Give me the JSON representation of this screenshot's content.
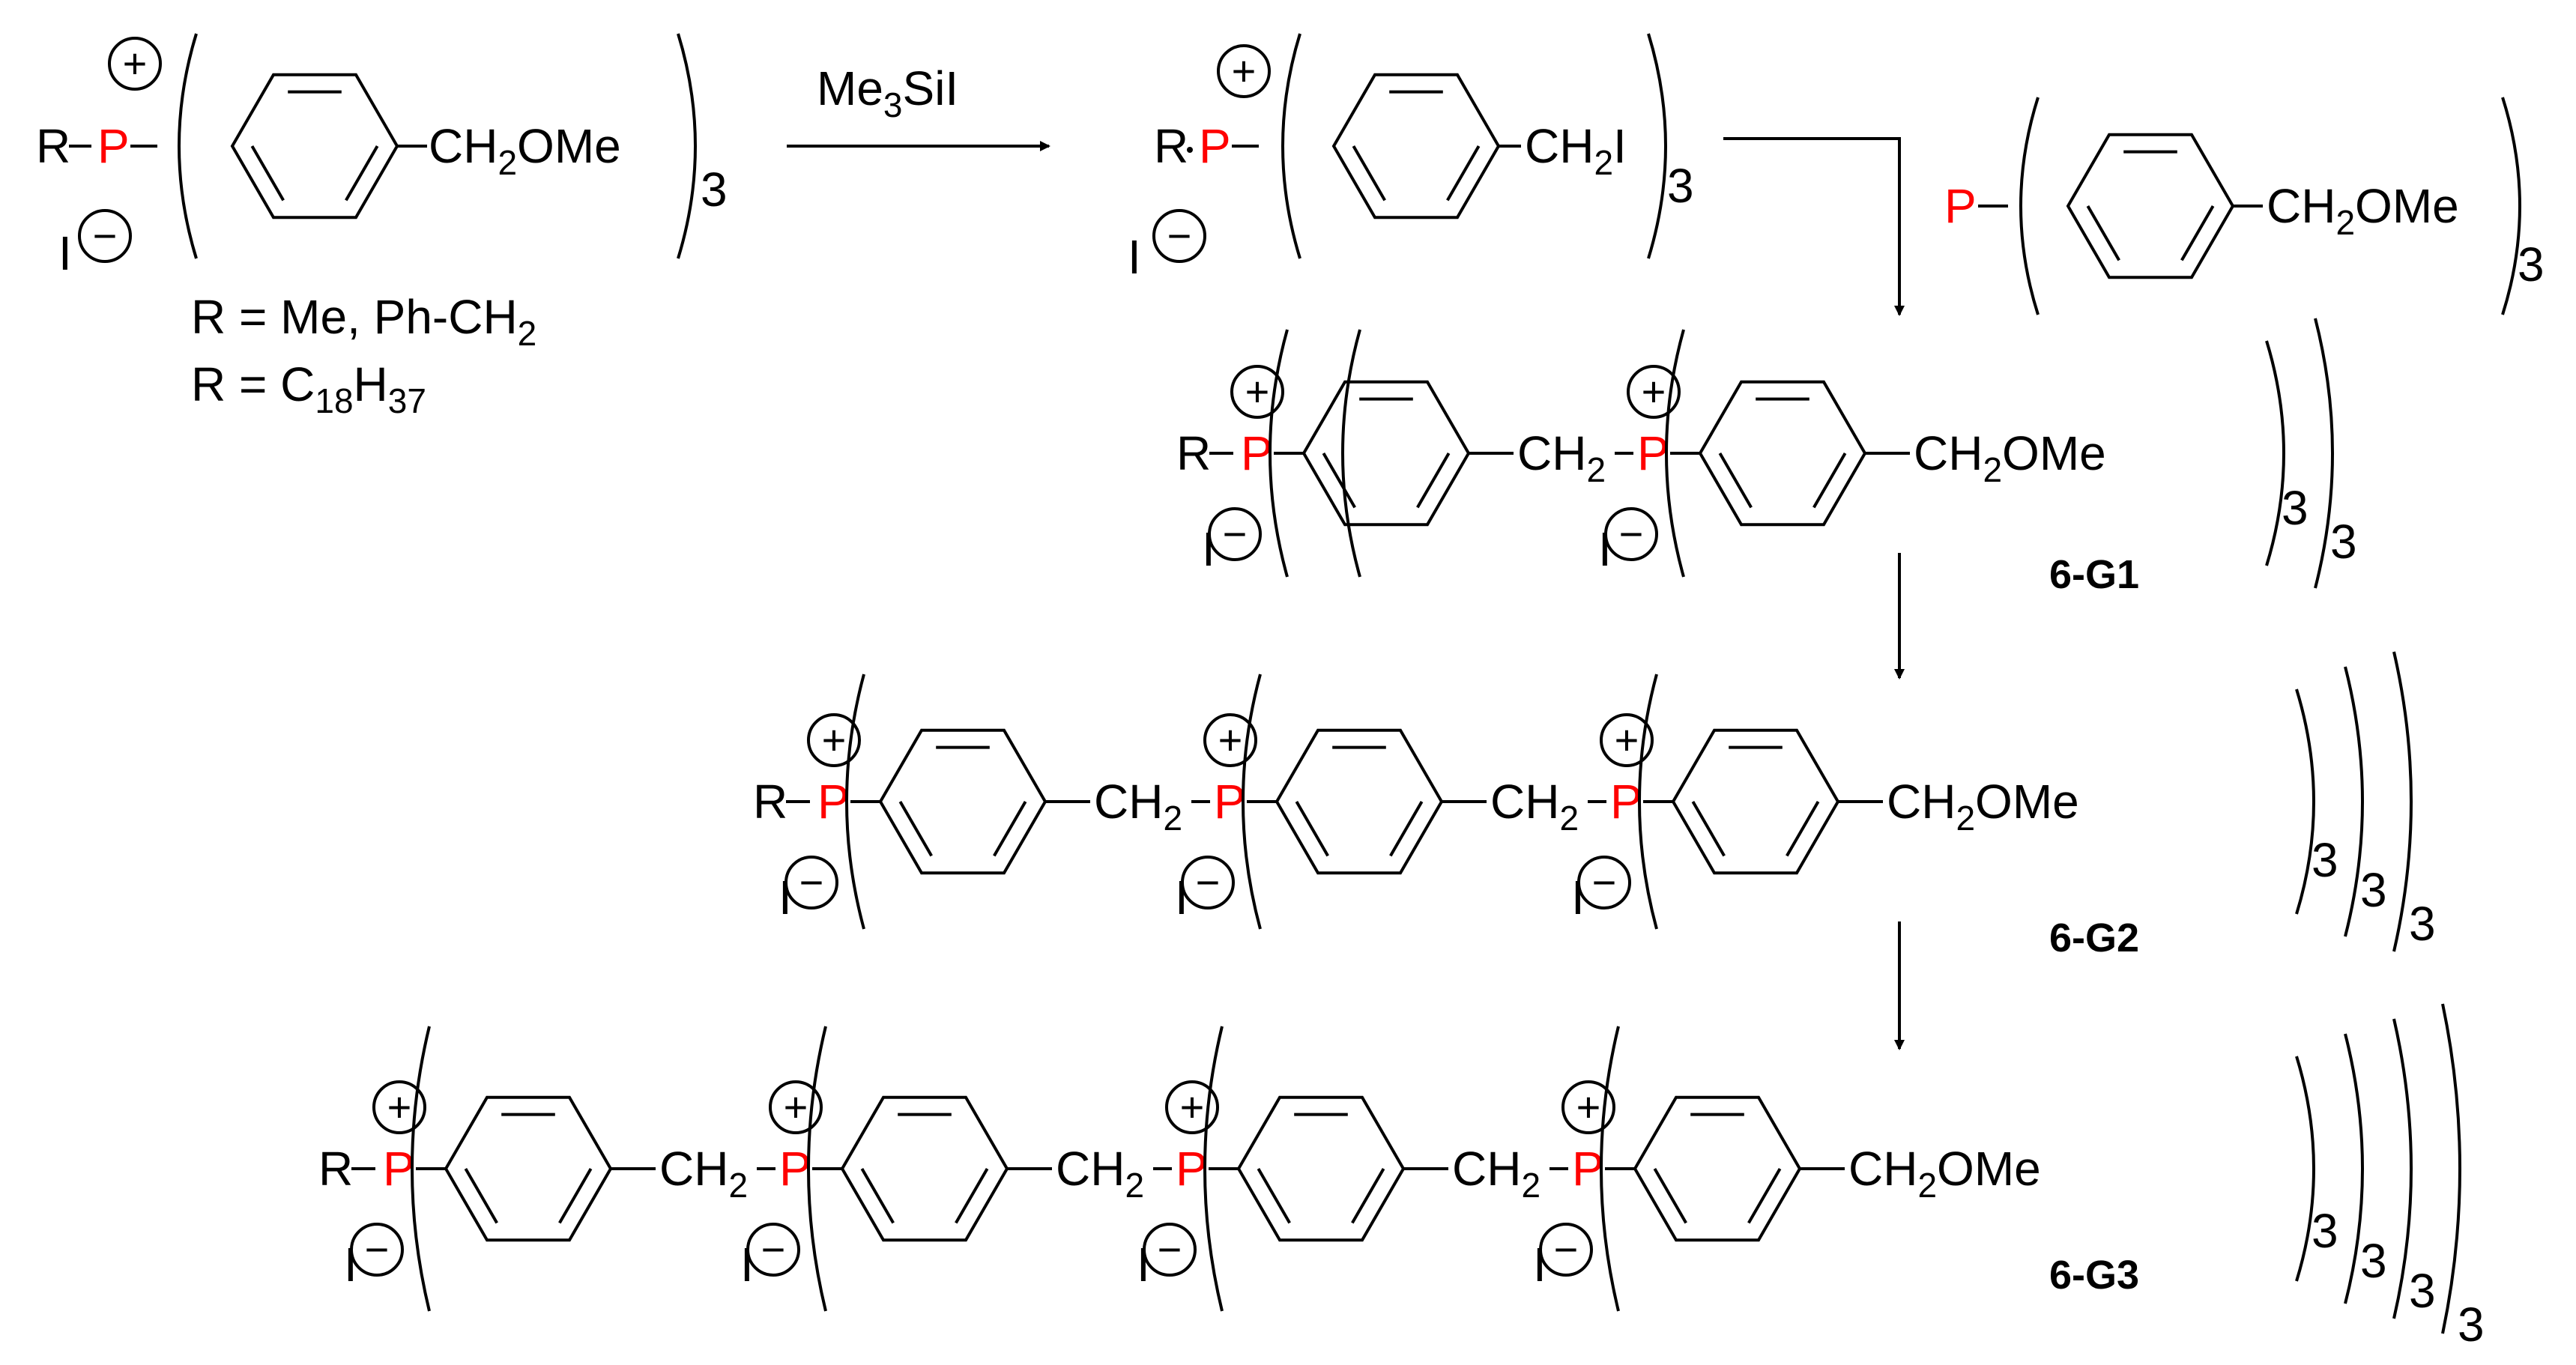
{
  "atoms": {
    "r": "R",
    "p": "P",
    "iodide": "I",
    "ch2": "CH",
    "ch2_sub": "2",
    "ome": "OMe",
    "ch2i_tail": "I",
    "plus": "+",
    "minus": "−",
    "mult": "3"
  },
  "reagent": {
    "main": "Me",
    "sub": "3",
    "tail": "SiI"
  },
  "r_definitions": {
    "line1": "R = Me, Ph-CH",
    "line1_sub": "2",
    "line2_a": "R = C",
    "line2_sub1": "18",
    "line2_b": "H",
    "line2_sub2": "37"
  },
  "labels": {
    "g1": "6-G1",
    "g2": "6-G2",
    "g3": "6-G3"
  },
  "colors": {
    "phosphorus": "#ff0000",
    "bonds": "#000000",
    "background": "#ffffff"
  }
}
